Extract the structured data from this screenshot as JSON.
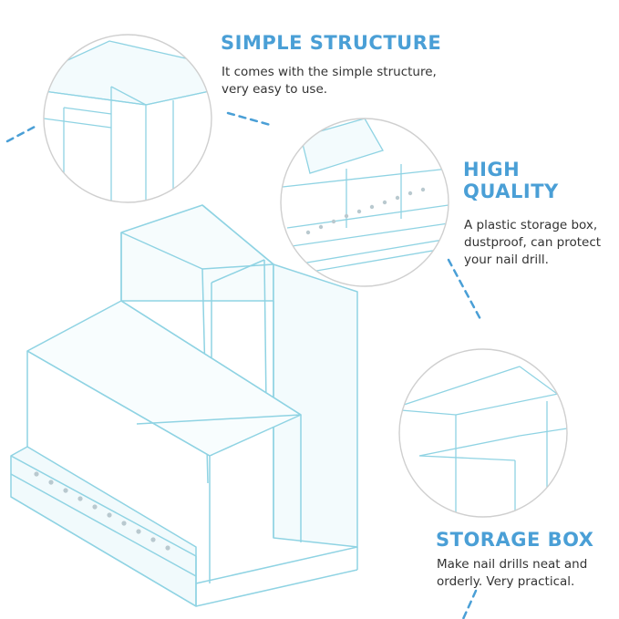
{
  "features": [
    {
      "title": "SIMPLE STRUCTURE",
      "lines": [
        "It comes with the simple structure,",
        "very easy to use."
      ]
    },
    {
      "title_lines": [
        "HIGH",
        "QUALITY"
      ],
      "lines": [
        "A plastic storage box,",
        "dustproof, can protect",
        "your nail drill."
      ]
    },
    {
      "title": "STORAGE BOX",
      "lines": [
        "Make nail drills neat and",
        "orderly. Very practical."
      ]
    }
  ],
  "colors": {
    "accent": "#4a9fd6",
    "acrylic_edge": "#8fd3e3",
    "circle_border": "#cfcfcf",
    "body_text": "#333333"
  }
}
